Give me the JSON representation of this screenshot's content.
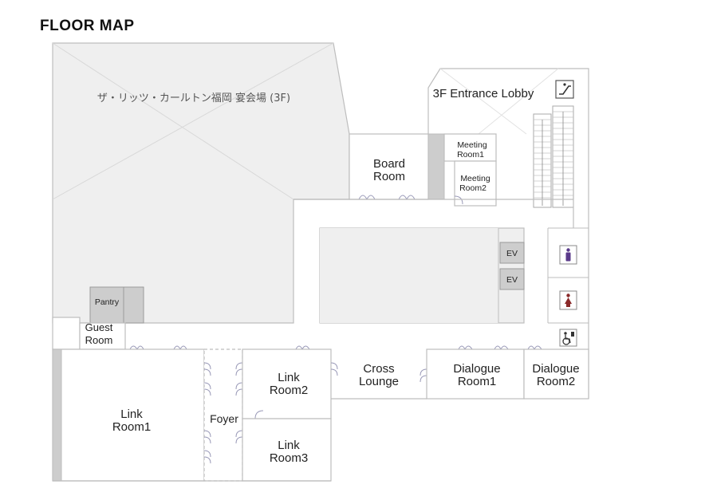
{
  "title": "FLOOR MAP",
  "colors": {
    "banquet_fill": "#efefef",
    "wall": "#bdbdbd",
    "accent_gray": "#cdcdcd",
    "men_icon": "#5a3a8a",
    "women_icon": "#8a2a2a",
    "door": "#9a9ab8"
  },
  "rooms": {
    "banquet": "ザ・リッツ・カールトン福岡 宴会場 (3F)",
    "entrance_lobby": "3F Entrance Lobby",
    "board_room": [
      "Board",
      "Room"
    ],
    "meeting_room1": [
      "Meeting",
      "Room1"
    ],
    "meeting_room2": [
      "Meeting",
      "Room2"
    ],
    "ev1": "EV",
    "ev2": "EV",
    "pantry": "Pantry",
    "guest_room": [
      "Guest",
      "Room"
    ],
    "cross_lounge": [
      "Cross",
      "Lounge"
    ],
    "dialogue_room1": [
      "Dialogue",
      "Room1"
    ],
    "dialogue_room2": [
      "Dialogue",
      "Room2"
    ],
    "link_room1": [
      "Link",
      "Room1"
    ],
    "link_room2": [
      "Link",
      "Room2"
    ],
    "link_room3": [
      "Link",
      "Room3"
    ],
    "foyer": "Foyer"
  },
  "icons": {
    "escalator": "escalator-icon",
    "men": "men-restroom-icon",
    "women": "women-restroom-icon",
    "accessible": "accessible-restroom-icon"
  }
}
